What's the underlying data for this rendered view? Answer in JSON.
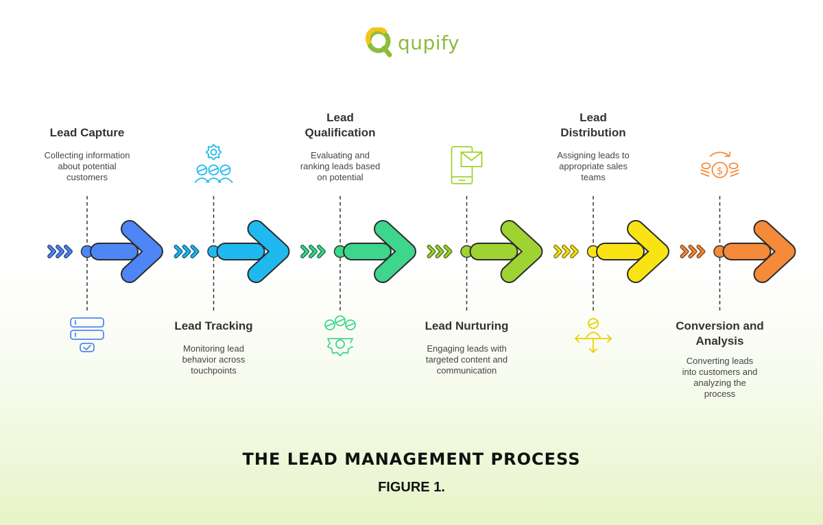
{
  "logo": {
    "text": "qupify"
  },
  "colors": {
    "logo_green": "#8dbb3b",
    "logo_yellow": "#f2c51b",
    "text_dark": "#333333",
    "title_dark": "#111111"
  },
  "stages": [
    {
      "title": "Lead Capture",
      "description": "Collecting information about potential customers",
      "color": "#4f86f7",
      "icon": "form-checklist-icon"
    },
    {
      "title": "Lead Tracking",
      "description": "Monitoring lead behavior across touchpoints",
      "color": "#1fb9f0",
      "icon": "gear-people-icon"
    },
    {
      "title": "Lead Qualification",
      "description": "Evaluating and ranking leads based on potential",
      "color": "#3dd68c",
      "icon": "people-gear-icon"
    },
    {
      "title": "Lead Nurturing",
      "description": "Engaging leads with targeted content and communication",
      "color": "#9fd332",
      "icon": "mobile-mail-icon"
    },
    {
      "title": "Lead Distribution",
      "description": "Assigning leads to appropriate sales teams",
      "color": "#fae315",
      "icon": "person-arrows-icon"
    },
    {
      "title": "Conversion and Analysis",
      "description": "Converting leads into customers and analyzing the process",
      "color": "#f48a3a",
      "icon": "dollar-cycle-icon"
    }
  ],
  "footer": {
    "title": "THE LEAD MANAGEMENT PROCESS",
    "subtitle": "FIGURE 1."
  }
}
